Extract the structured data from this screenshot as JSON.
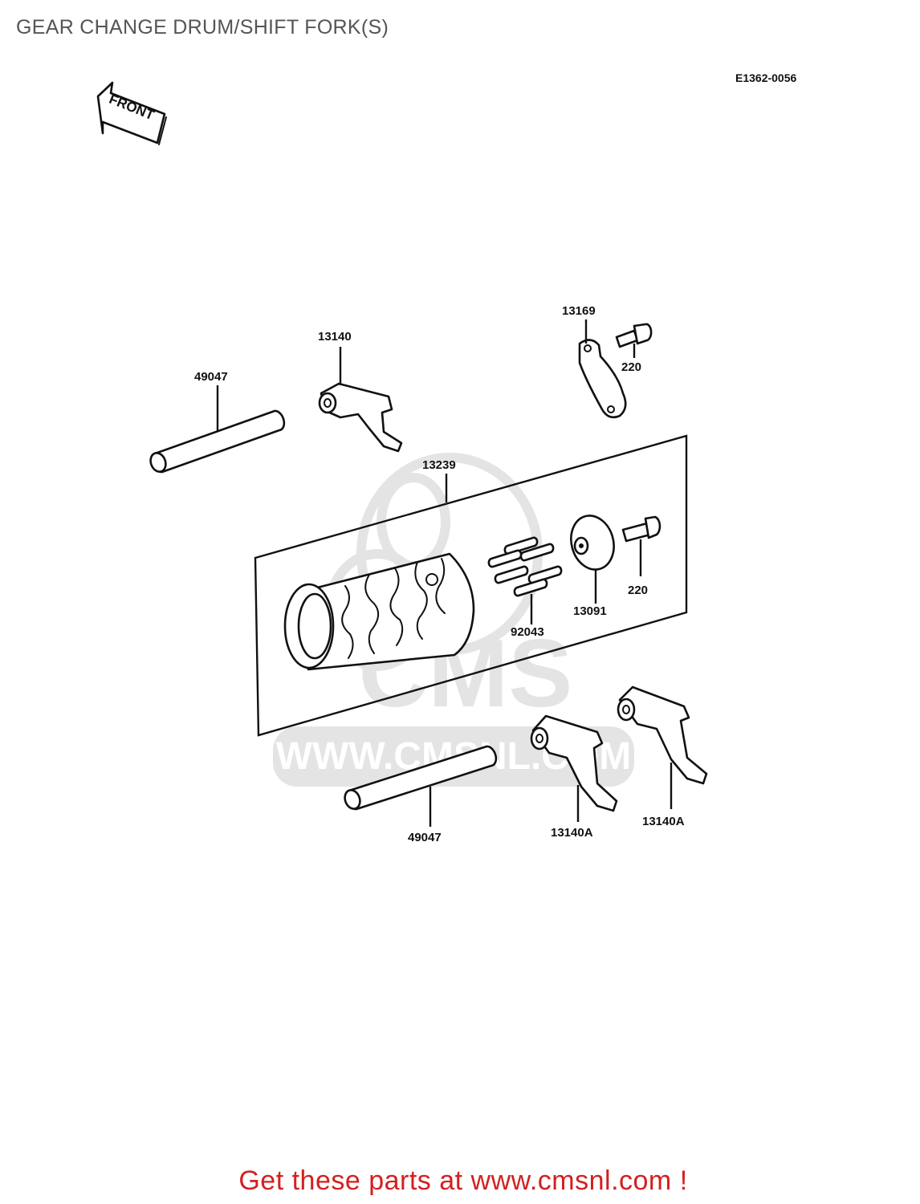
{
  "page": {
    "title": "GEAR CHANGE DRUM/SHIFT FORK(S)",
    "diagram_code": "E1362-0056",
    "front_arrow_label": "FRONT",
    "footer_text": "Get these parts at www.cmsnl.com !"
  },
  "watermark": {
    "brand": "CMS",
    "url": "WWW.CMSNL.COM"
  },
  "parts": [
    {
      "id": "shift-rod-upper",
      "label": "49047"
    },
    {
      "id": "shift-fork-upper",
      "label": "13140"
    },
    {
      "id": "stopper-plate",
      "label": "13169"
    },
    {
      "id": "bolt-stopper",
      "label": "220"
    },
    {
      "id": "change-drum-assembly",
      "label": "13239"
    },
    {
      "id": "drum-pins",
      "label": "92043"
    },
    {
      "id": "pin-plate",
      "label": "13091"
    },
    {
      "id": "bolt-pin-plate",
      "label": "220"
    },
    {
      "id": "shift-rod-lower",
      "label": "49047"
    },
    {
      "id": "shift-fork-lower-a",
      "label": "13140A"
    },
    {
      "id": "shift-fork-lower-b",
      "label": "13140A"
    }
  ],
  "colors": {
    "line": "#111111",
    "title": "#555555",
    "footer": "#d42020",
    "watermark": "#e4e4e4"
  }
}
